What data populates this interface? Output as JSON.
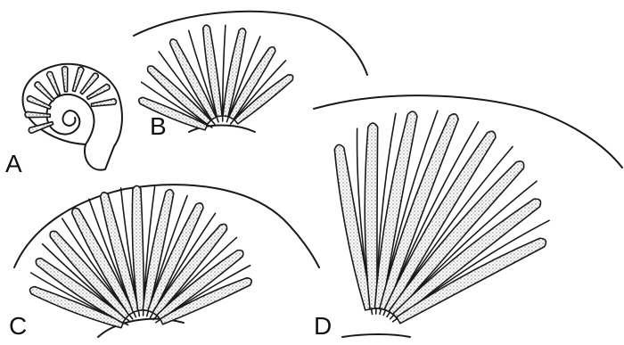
{
  "labels": {
    "a": "A",
    "b": "B",
    "c": "C",
    "d": "D"
  },
  "colors": {
    "ink": "#1a1a1a",
    "stipple": "#b8b8b8",
    "paper": "#ffffff"
  },
  "panels": [
    {
      "id": "A",
      "kind": "coiled-shell",
      "lobe_count": 10
    },
    {
      "id": "B",
      "kind": "fan-section",
      "lobe_count": 7
    },
    {
      "id": "C",
      "kind": "fan-section",
      "lobe_count": 11
    },
    {
      "id": "D",
      "kind": "fan-section",
      "lobe_count": 8
    }
  ]
}
